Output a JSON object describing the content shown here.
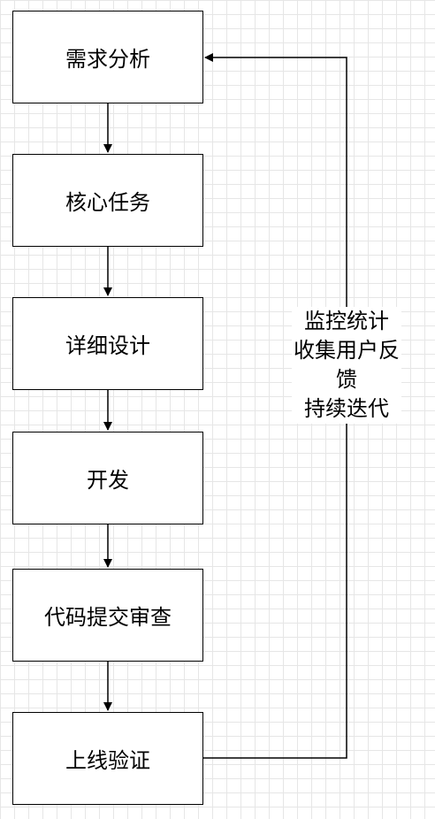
{
  "diagram": {
    "nodes": [
      {
        "id": "requirements",
        "label": "需求分析"
      },
      {
        "id": "core-tasks",
        "label": "核心任务"
      },
      {
        "id": "detailed-design",
        "label": "详细设计"
      },
      {
        "id": "development",
        "label": "开发"
      },
      {
        "id": "code-review",
        "label": "代码提交审查"
      },
      {
        "id": "release",
        "label": "上线验证"
      }
    ],
    "edges": [
      {
        "from": "requirements",
        "to": "core-tasks"
      },
      {
        "from": "core-tasks",
        "to": "detailed-design"
      },
      {
        "from": "detailed-design",
        "to": "development"
      },
      {
        "from": "development",
        "to": "code-review"
      },
      {
        "from": "code-review",
        "to": "release"
      },
      {
        "from": "release",
        "to": "requirements",
        "label_lines": [
          "监控统计",
          "收集用户反馈",
          "持续迭代"
        ]
      }
    ]
  }
}
